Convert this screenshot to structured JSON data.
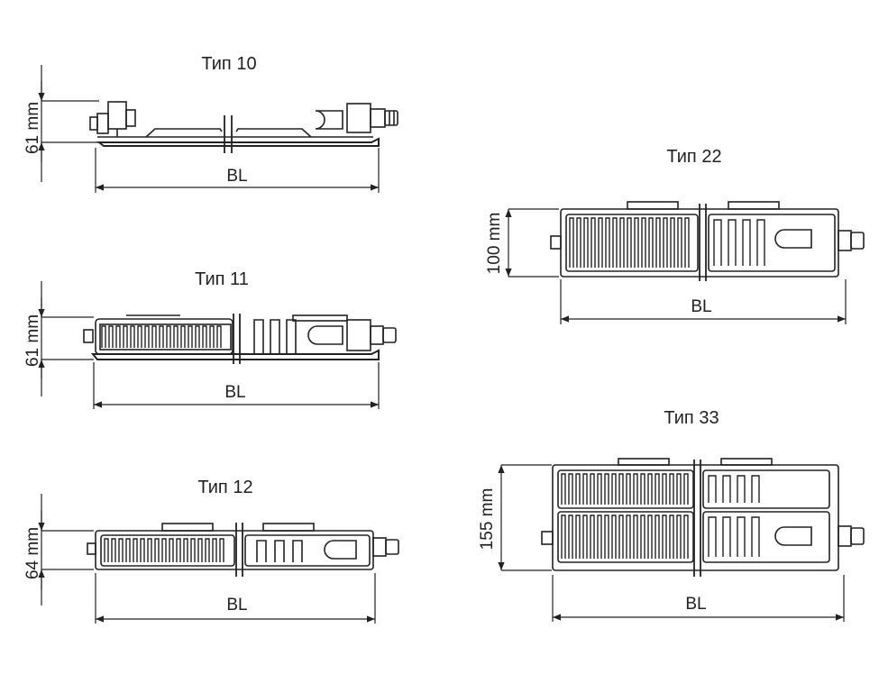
{
  "diagrams": [
    {
      "key": "t10",
      "type_label": "Тип 10",
      "height_label": "61 mm",
      "width_label": "BL"
    },
    {
      "key": "t11",
      "type_label": "Тип 11",
      "height_label": "61 mm",
      "width_label": "BL"
    },
    {
      "key": "t12",
      "type_label": "Тип 12",
      "height_label": "64 mm",
      "width_label": "BL"
    },
    {
      "key": "t22",
      "type_label": "Тип 22",
      "height_label": "100 mm",
      "width_label": "BL"
    },
    {
      "key": "t33",
      "type_label": "Тип 33",
      "height_label": "155 mm",
      "width_label": "BL"
    }
  ],
  "colors": {
    "line": "#222222",
    "background": "#ffffff"
  }
}
